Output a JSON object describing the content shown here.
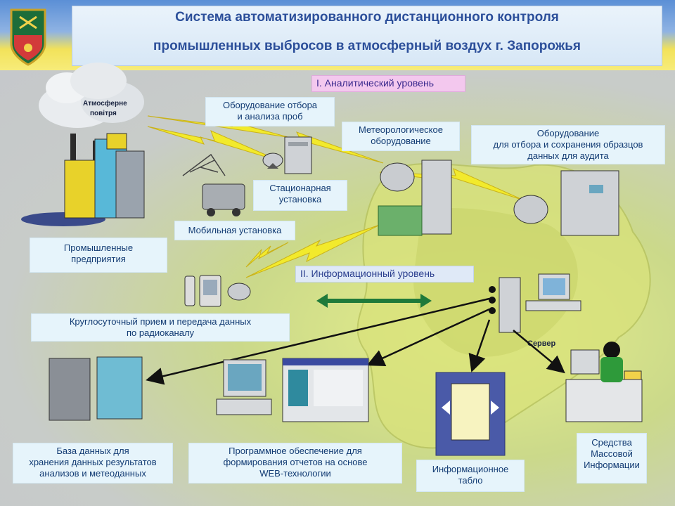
{
  "title": {
    "line1": "Система автоматизированного дистанционного контроля",
    "line2": "промышленных выбросов в атмосферный воздух г. Запорожья"
  },
  "levels": {
    "analytic": "I. Аналитический уровень",
    "info": "II. Информационный уровень"
  },
  "labels": {
    "atmosphere": [
      "Атмосферне",
      "повітря"
    ],
    "sampling": [
      "Оборудование отбора",
      "и анализа проб"
    ],
    "meteo": [
      "Метеорологическое",
      "оборудование"
    ],
    "audit": [
      "Оборудование",
      "для отбора и сохранения образцов",
      "данных для аудита"
    ],
    "stationary": [
      "Стационарная",
      "установка"
    ],
    "mobile": "Мобильная установка",
    "industrial": [
      "Промышленные",
      "предприятия"
    ],
    "radio": [
      "Круглосуточный прием и передача данных",
      "по радиоканалу"
    ],
    "server": "Сервер",
    "database": [
      "База данных для",
      "хранения данных результатов",
      "анализов и метеоданных"
    ],
    "software": [
      "Программное обеспечение для",
      "формирования отчетов на основе",
      "WEB-технологии"
    ],
    "board": [
      "Информационное",
      "табло"
    ],
    "media": [
      "Средства",
      "Массовой",
      "Информации"
    ]
  },
  "colors": {
    "title_text": "#2c4f9a",
    "label_bg": "#e6f4fb",
    "label_text": "#123b73",
    "level1_bg": "#f3c8ee",
    "lightning": "#f2ea2c",
    "double_arrow": "#1f7a3a"
  },
  "icons": [
    "emblem-icon",
    "cloud-icon",
    "factory-icon",
    "antenna-icon",
    "mobile-unit-icon",
    "satellite-dish-icon",
    "server-tower-icon",
    "computer-icon",
    "database-icon",
    "phone-icon",
    "pda-icon",
    "web-window-icon",
    "info-board-icon",
    "media-person-icon"
  ]
}
